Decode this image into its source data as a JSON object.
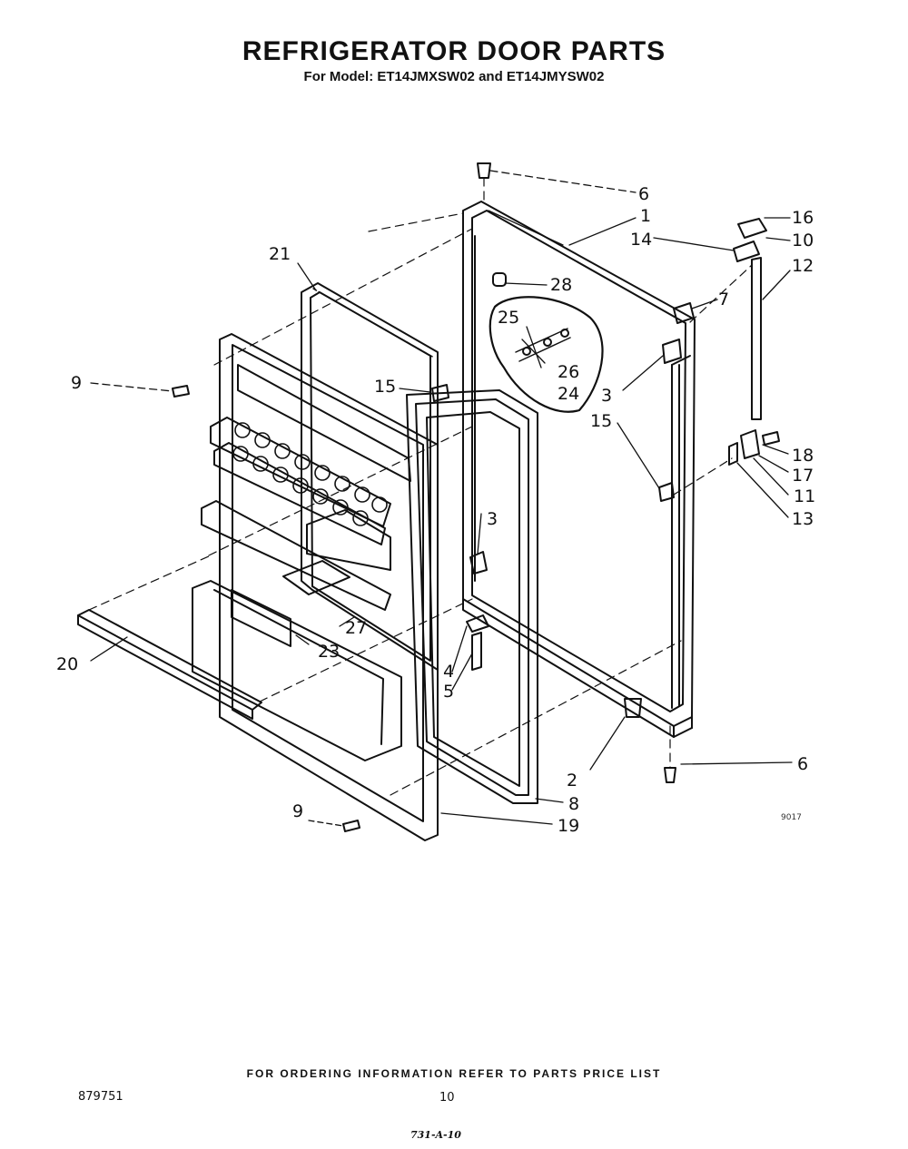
{
  "header": {
    "title": "REFRIGERATOR DOOR PARTS",
    "subtitle": "For Model: ET14JMXSW02 and ET14JMYSW02"
  },
  "diagram": {
    "labels": {
      "l1": "1",
      "l2": "2",
      "l3a": "3",
      "l3b": "3",
      "l4": "4",
      "l5": "5",
      "l6a": "6",
      "l6b": "6",
      "l7": "7",
      "l8": "8",
      "l9a": "9",
      "l9b": "9",
      "l10": "10",
      "l11": "11",
      "l12": "12",
      "l13": "13",
      "l14": "14",
      "l15a": "15",
      "l15b": "15",
      "l16": "16",
      "l17": "17",
      "l18": "18",
      "l19": "19",
      "l20": "20",
      "l21": "21",
      "l23": "23",
      "l24": "24",
      "l25": "25",
      "l26": "26",
      "l27": "27",
      "l28": "28"
    },
    "code": "9017"
  },
  "footer": {
    "ordering": "FOR ORDERING INFORMATION REFER TO PARTS PRICE LIST",
    "doc_number": "879751",
    "page": "10",
    "handwritten": "731-A-10"
  }
}
